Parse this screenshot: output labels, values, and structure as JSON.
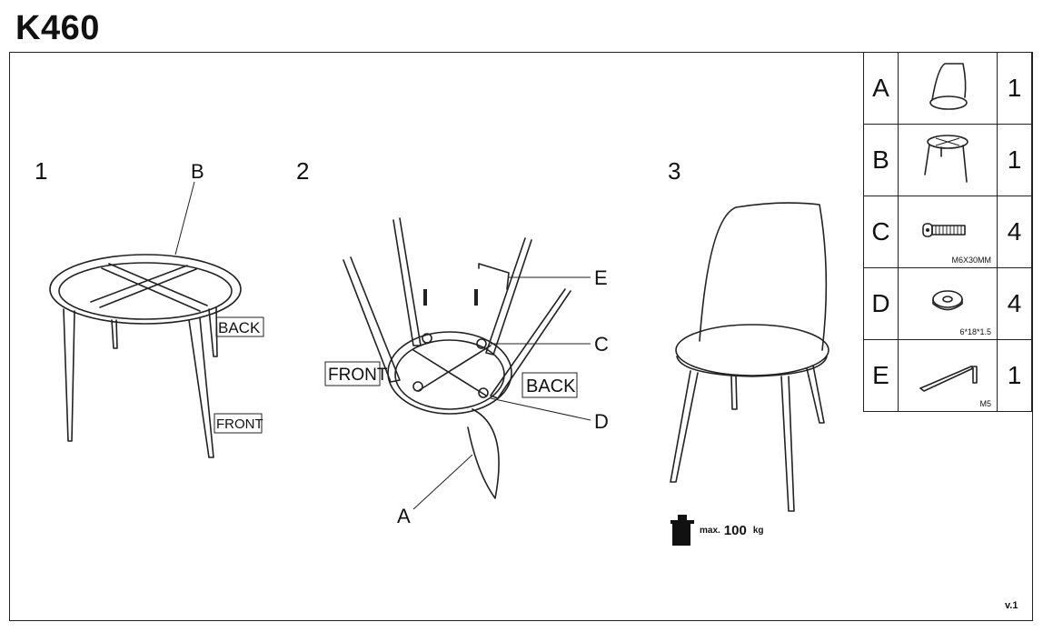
{
  "title": "K460",
  "version": "v.1",
  "steps": [
    {
      "number": "1",
      "labels": {
        "part": "B",
        "back": "BACK",
        "front": "FRONT"
      }
    },
    {
      "number": "2",
      "labels": {
        "front": "FRONT",
        "back": "BACK",
        "e": "E",
        "c": "C",
        "d": "D",
        "a": "A"
      }
    },
    {
      "number": "3",
      "max_load": {
        "prefix": "max.",
        "value": "100",
        "unit": "kg"
      }
    }
  ],
  "parts": [
    {
      "letter": "A",
      "icon": "seat-shell",
      "spec": "",
      "qty": "1"
    },
    {
      "letter": "B",
      "icon": "leg-frame",
      "spec": "",
      "qty": "1"
    },
    {
      "letter": "C",
      "icon": "bolt",
      "spec": "M6X30MM",
      "qty": "4"
    },
    {
      "letter": "D",
      "icon": "washer",
      "spec": "6*18*1.5",
      "qty": "4"
    },
    {
      "letter": "E",
      "icon": "allen-key",
      "spec": "M5",
      "qty": "1"
    }
  ]
}
